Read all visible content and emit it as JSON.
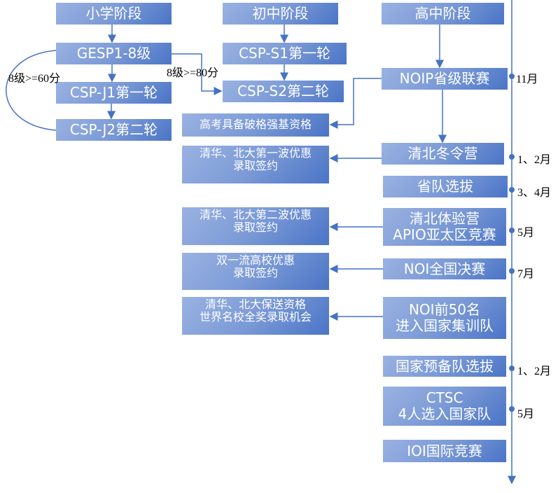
{
  "stages": {
    "primary": "小学阶段",
    "junior": "初中阶段",
    "senior": "高中阶段"
  },
  "primary": {
    "gesp": "GESP1-8级",
    "j1": "CSP-J1第一轮",
    "j2": "CSP-J2第二轮",
    "skip_condition": "8级>=60分"
  },
  "junior": {
    "s1": "CSP-S1第一轮",
    "s2": "CSP-S2第二轮",
    "skip_condition": "8级>=80分"
  },
  "senior": {
    "noip": "NOIP省级联赛",
    "winter_camp": "清北冬令营",
    "province_team": "省队选拔",
    "experience_camp": [
      "清北体验营",
      "APIO亚太区竞赛"
    ],
    "noi": "NOI全国决赛",
    "noi_top50": [
      "NOI前50名",
      "进入国家集训队"
    ],
    "national_reserve": "国家预备队选拔",
    "ctsc": [
      "CTSC",
      "4人选入国家队"
    ],
    "ioi": "IOI国际竞赛"
  },
  "outcomes": {
    "gaokao": "高考具备破格强基资格",
    "first_wave": [
      "清华、北大第一波优惠",
      "录取签约"
    ],
    "second_wave": [
      "清华、北大第二波优惠",
      "录取签约"
    ],
    "double_first_class": [
      "双一流高校优惠",
      "录取签约"
    ],
    "guaranteed": [
      "清华、北大保送资格",
      "世界名校全奖录取机会"
    ]
  },
  "timeline": [
    "11月",
    "1、2月",
    "3、4月",
    "5月",
    "7月",
    "1、2月",
    "5月"
  ],
  "colors": {
    "line": "#4472c4",
    "box_light": "#9ab2e2",
    "box_dark": "#4a74c6"
  }
}
